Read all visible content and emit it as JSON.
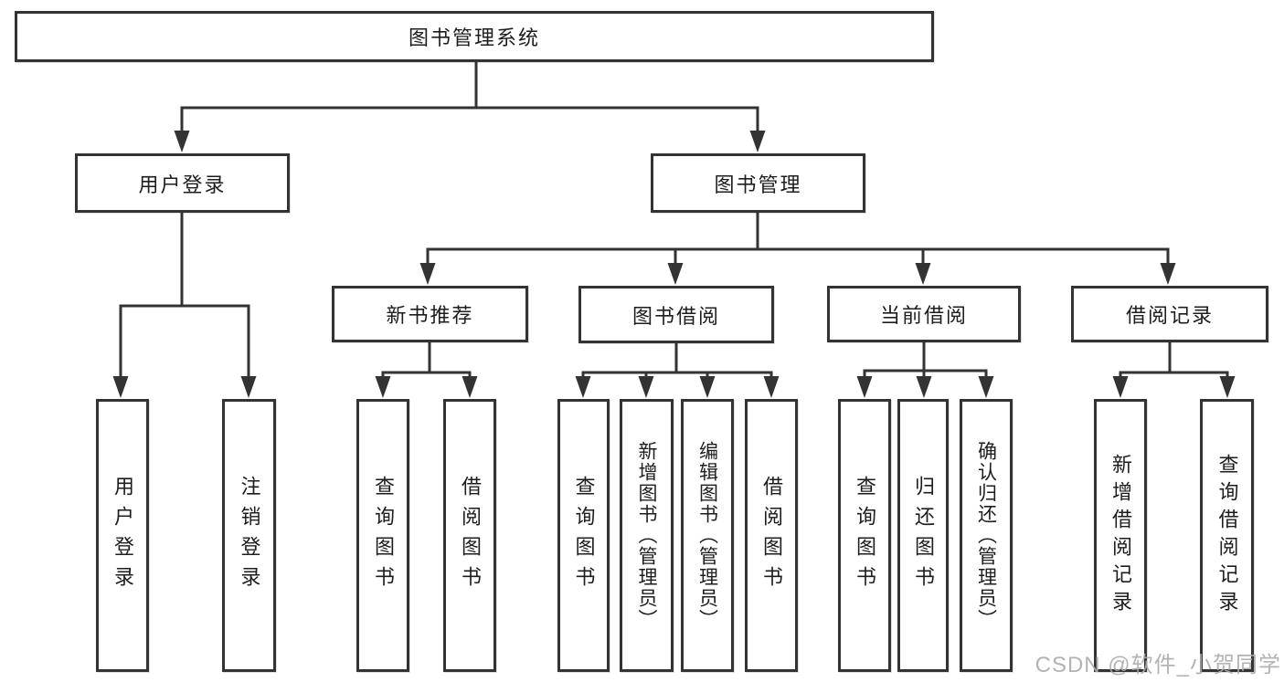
{
  "diagram": {
    "type": "hierarchy-tree",
    "watermark": "CSDN @软件_小贺同学",
    "colors": {
      "line": "#333333",
      "box_border": "#333333",
      "box_fill": "#ffffff",
      "text": "#1d1d1f",
      "watermark": "#ababab",
      "background": "#ffffff"
    },
    "root": {
      "label": "图书管理系统",
      "children": [
        {
          "label": "用户登录",
          "children": [
            {
              "label": "用户登录"
            },
            {
              "label": "注销登录"
            }
          ]
        },
        {
          "label": "图书管理",
          "children": [
            {
              "label": "新书推荐",
              "children": [
                {
                  "label": "查询图书"
                },
                {
                  "label": "借阅图书"
                }
              ]
            },
            {
              "label": "图书借阅",
              "children": [
                {
                  "label": "查询图书"
                },
                {
                  "label": "新增图书（管理员）"
                },
                {
                  "label": "编辑图书（管理员）"
                },
                {
                  "label": "借阅图书"
                }
              ]
            },
            {
              "label": "当前借阅",
              "children": [
                {
                  "label": "查询图书"
                },
                {
                  "label": "归还图书"
                },
                {
                  "label": "确认归还（管理员）"
                }
              ]
            },
            {
              "label": "借阅记录",
              "children": [
                {
                  "label": "新增借阅记录"
                },
                {
                  "label": "查询借阅记录"
                }
              ]
            }
          ]
        }
      ]
    }
  }
}
